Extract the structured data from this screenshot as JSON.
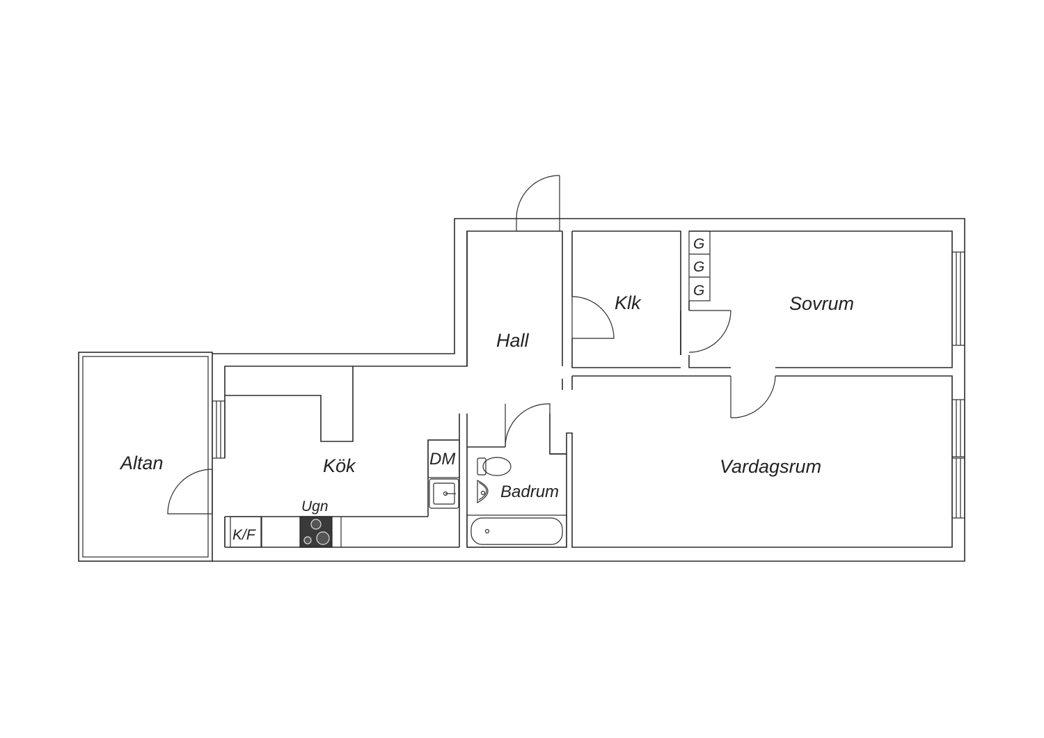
{
  "rooms": {
    "altan": "Altan",
    "kok": "Kök",
    "hall": "Hall",
    "klk": "Klk",
    "sovrum": "Sovrum",
    "vardagsrum": "Vardagsrum",
    "badrum": "Badrum"
  },
  "fixtures": {
    "dm": "DM",
    "ugn": "Ugn",
    "kf": "K/F",
    "closet_1": "G",
    "closet_2": "G",
    "closet_3": "G"
  }
}
